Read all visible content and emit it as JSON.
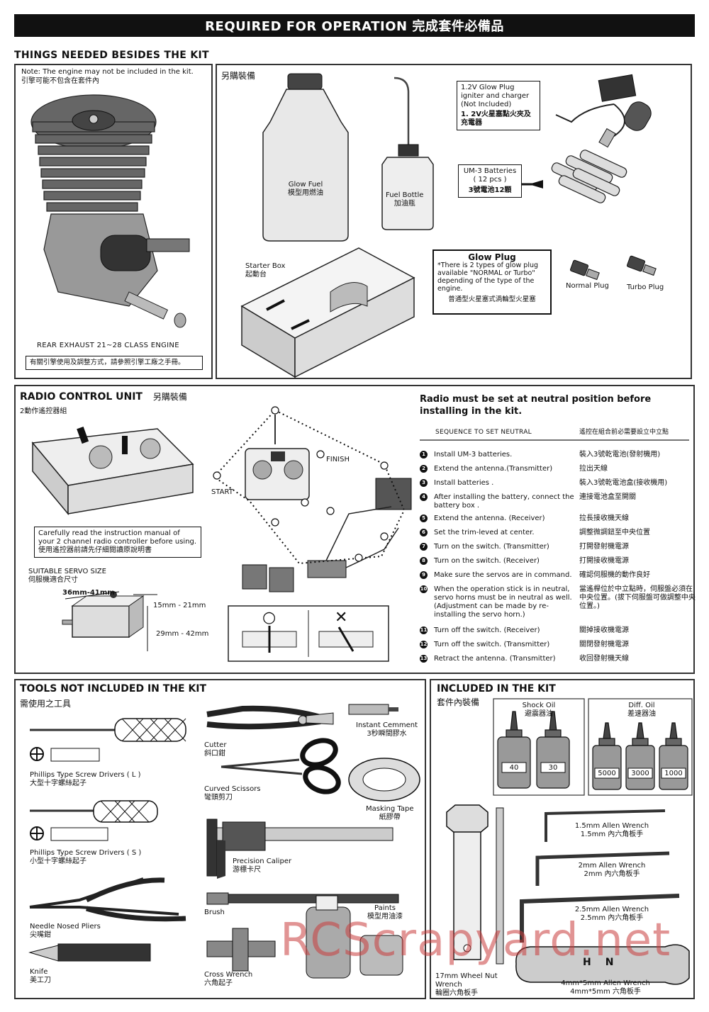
{
  "header": {
    "title": "REQUIRED FOR OPERATION   完成套件必備品"
  },
  "things": {
    "title": "THINGS NEEDED BESIDES THE KIT",
    "note_en": "Note: The engine may not be included in the kit.",
    "note_zh": "引擎可能不包含在套件內",
    "engine_caption": "REAR EXHAUST 21~28 CLASS ENGINE",
    "engine_note_zh": "有關引擎使用及調整方式，請參照引擎工廠之手冊。",
    "extra_title_zh": "另購裝備",
    "glow_fuel_en": "Glow Fuel",
    "glow_fuel_zh": "模型用燃油",
    "fuel_bottle_en": "Fuel Bottle",
    "fuel_bottle_zh": "加油瓶",
    "igniter_en": "1.2V Glow Plug igniter and charger (Not Included)",
    "igniter_zh": "1. 2V火星塞點火夾及充電器",
    "batteries_en": "UM-3 Batteries ( 12 pcs )",
    "batteries_zh": "3號電池12顆",
    "starter_en": "Starter Box",
    "starter_zh": "起動台",
    "glow_plug_title": "Glow Plug",
    "glow_plug_text": "*There is 2 types of glow plug available \"NORMAL or Turbo\" depending of the type of the engine.",
    "glow_plug_zh": "普通型火星塞式渦輪型火星塞",
    "normal_plug": "Normal Plug",
    "turbo_plug": "Turbo Plug"
  },
  "radio": {
    "title": "RADIO CONTROL UNIT",
    "title_zh": "另購裝備",
    "sub_zh": "2動作遙控器組",
    "manual_note_en": "Carefully read the instruction manual of your 2 channel radio controller before using.",
    "manual_note_zh": "使用遙控器前請先仔細閱讀原說明書",
    "servo_title": "SUITABLE SERVO SIZE",
    "servo_zh": "伺服機適合尺寸",
    "dim_width": "36mm-41mm",
    "dim_depth": "15mm - 21mm",
    "dim_height": "29mm - 42mm",
    "start": "START",
    "finish": "FINISH",
    "ok_mark": "○",
    "ng_mark": "✕",
    "neutral_heading": "Radio must be set at neutral position before installing in the kit.",
    "seq_title_en": "SEQUENCE TO SET NEUTRAL",
    "seq_title_zh": "遙控在組合前必需要設立中立點",
    "steps": [
      {
        "n": "1",
        "en": "Install UM-3 batteries.",
        "zh": "裝入3號乾電池(發射機用)"
      },
      {
        "n": "2",
        "en": "Extend the antenna.(Transmitter)",
        "zh": "拉出天線"
      },
      {
        "n": "3",
        "en": "Install batteries .",
        "zh": "裝入3號乾電池盒(接收機用)"
      },
      {
        "n": "4",
        "en": "After installing the battery, connect the battery box .",
        "zh": "連接電池盒至開關"
      },
      {
        "n": "5",
        "en": "Extend the antenna. (Receiver)",
        "zh": "拉長接收機天線"
      },
      {
        "n": "6",
        "en": "Set the trim-leved at center.",
        "zh": "調整微調鈕至中央位置"
      },
      {
        "n": "7",
        "en": "Turn on the switch. (Transmitter)",
        "zh": "打開發射機電源"
      },
      {
        "n": "8",
        "en": "Turn on the switch. (Receiver)",
        "zh": "打開接收機電源"
      },
      {
        "n": "9",
        "en": "Make sure the servos are in command.",
        "zh": "確認伺服機的動作良好"
      },
      {
        "n": "10",
        "en": "When the operation stick is in neutral, servo horns must be in neutral as well. (Adjustment can be made by re-installing the servo horn.)",
        "zh": "當遙桿位於中立點時，伺服盤必須在中央位置。(拔下伺服盤可做調整中央位置。)"
      },
      {
        "n": "11",
        "en": "Turn off the switch. (Receiver)",
        "zh": "關掉接收機電源"
      },
      {
        "n": "12",
        "en": "Turn off the switch. (Transmitter)",
        "zh": "關閉發射機電源"
      },
      {
        "n": "13",
        "en": "Retract the antenna. (Transmitter)",
        "zh": "收回發射機天線"
      }
    ]
  },
  "tools": {
    "title": "TOOLS NOT INCLUDED IN THE KIT",
    "title_zh": "需使用之工具",
    "phillips_l_en": "Phillips Type Screw Drivers ( L )",
    "phillips_l_zh": "大型十字螺絲起子",
    "phillips_s_en": "Phillips Type Screw Drivers ( S )",
    "phillips_s_zh": "小型十字螺絲起子",
    "pliers_en": "Needle Nosed Pliers",
    "pliers_zh": "尖嘴鉗",
    "knife_en": "Knife",
    "knife_zh": "美工刀",
    "cutter_en": "Cutter",
    "cutter_zh": "斜口鉗",
    "scissors_en": "Curved Scissors",
    "scissors_zh": "彎頭剪刀",
    "caliper_en": "Precision Caliper",
    "caliper_zh": "游標卡尺",
    "brush_en": "Brush",
    "cross_en": "Cross Wrench",
    "cross_zh": "六角起子",
    "cement_en": "Instant Cemment",
    "cement_zh": "3秒瞬間膠水",
    "tape_en": "Masking Tape",
    "tape_zh": "紙膠帶",
    "paints_en": "Paints",
    "paints_zh": "模型用油漆"
  },
  "included": {
    "title": "INCLUDED IN THE KIT",
    "title_zh": "套件內裝備",
    "shock_oil_en": "Shock Oil",
    "shock_oil_zh": "避震器油",
    "shock_values": [
      "40",
      "30"
    ],
    "diff_oil_en": "Diff. Oil",
    "diff_oil_zh": "差速器油",
    "diff_values": [
      "5000",
      "3000",
      "1000"
    ],
    "allen_15_en": "1.5mm Allen Wrench",
    "allen_15_zh": "1.5mm 內六角板手",
    "allen_2_en": "2mm Allen Wrench",
    "allen_2_zh": "2mm 內六角板手",
    "allen_25_en": "2.5mm Allen Wrench",
    "allen_25_zh": "2.5mm 內六角板手",
    "wheel_nut_en": "17mm Wheel Nut Wrench",
    "wheel_nut_zh": "輪圈六角板手",
    "wrench_45_en": "4mm*5mm Allen Wrench",
    "wrench_45_zh": "4mm*5mm 六角板手",
    "wrench_marks": [
      "H",
      "N"
    ]
  },
  "watermark": "RCScrapyard.net"
}
